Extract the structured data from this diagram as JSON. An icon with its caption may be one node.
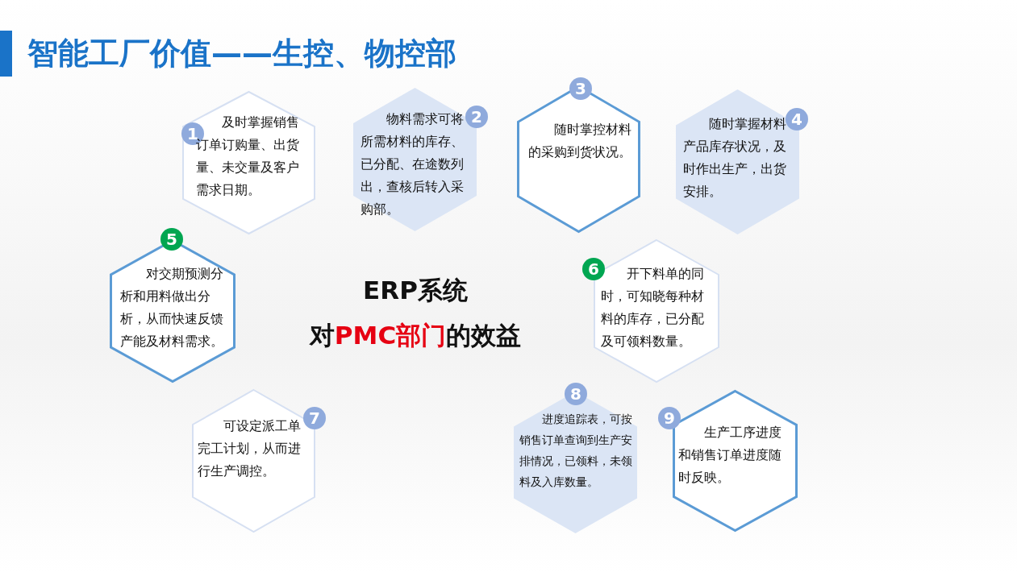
{
  "diagram": {
    "title": "智能工厂价值——生控、物控部",
    "nodes": [
      {
        "text": [
          "1",
          "及时掌握销售订单订购量、出货量、未交量及客户需求日期。"
        ]
      },
      {
        "text": [
          "物料需求可将所需材料的库存、已分配、在途数列出，查核后转入采购部。",
          "2"
        ]
      },
      {
        "text": [
          "3",
          "随时掌控材料的采购到货状况。"
        ]
      },
      {
        "text": [
          "随时掌握材料产品库存状况，及时作出生产，出货安排。",
          "4"
        ]
      },
      {
        "text": [
          "5",
          "对交期预测分析和用料做出分析，从而快速反馈产能及材料需求。"
        ]
      },
      {
        "text": [
          "6",
          "开下料单的同时，可知晓每种材料的库存，已分配及可领料数量。"
        ]
      },
      {
        "text": [
          "可设定派工单完工计划，从而进行生产调控。",
          "7"
        ]
      },
      {
        "text": [
          "8",
          "进度追踪表，可按销售订单查询到生产安排情况，已领料，未领料及入库数量。"
        ]
      },
      {
        "text": [
          "9",
          "生产工序进度和销售订单进度随时反映。"
        ]
      }
    ],
    "labels": [
      "ERP系统",
      "对",
      "PMC部门",
      "的效益"
    ]
  }
}
